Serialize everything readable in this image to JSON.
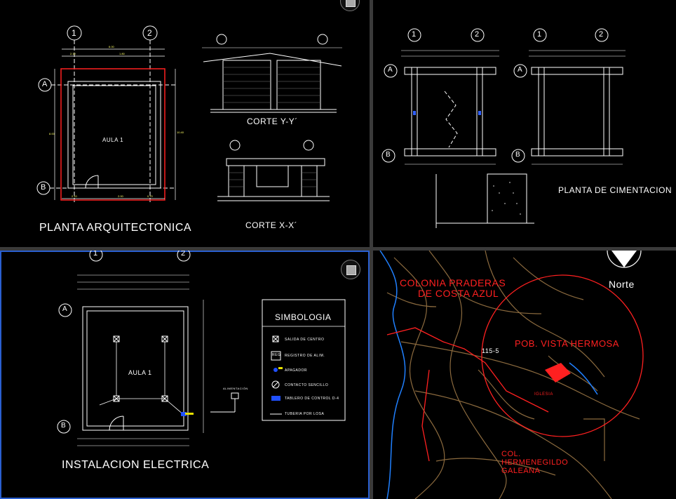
{
  "viewports": {
    "top_left": {
      "plan_title": "PLANTA ARQUITECTONICA",
      "room": "AULA 1",
      "section_yy": "CORTE Y-Y´",
      "section_xx": "CORTE X-X´",
      "axis_1": "1",
      "axis_2": "2",
      "axis_a": "A",
      "axis_b": "B"
    },
    "top_right": {
      "foundation_title": "PLANTA DE CIMENTACION",
      "axis_1": "1",
      "axis_2": "2",
      "axis_a": "A",
      "axis_b": "B"
    },
    "bottom_left": {
      "plan_title": "INSTALACION ELECTRICA",
      "room": "AULA 1",
      "legend_title": "SIMBOLOGIA",
      "legend_items": [
        "SALIDA DE CENTRO",
        "REGISTRO DE ALIM.",
        "APAGADOR",
        "CONTACTO SENCILLO",
        "TABLERO DE CONTROL D-4",
        "TUBERIA POR LOSA"
      ],
      "reg_label": "REG",
      "supply_label": "ALIMENTACIÓN",
      "axis_1": "1",
      "axis_2": "2",
      "axis_a": "A",
      "axis_b": "B"
    },
    "bottom_right": {
      "north_label": "Norte",
      "colonia": "COLONIA  PRADERAS",
      "colonia_2": "DE COSTA AZUL",
      "pob": "POB. VISTA HERMOSA",
      "col_herm": "COL.",
      "col_herm_2": "HERMENEGILDO",
      "col_herm_3": "GALEANA",
      "lot": "115-5",
      "iglesia": "IGLESIA"
    }
  },
  "colors": {
    "linework": "#ffffff",
    "red": "#ff2020",
    "yellow": "#e8e000",
    "cyan": "#00e0ff",
    "blue": "#2050ff",
    "map_brown": "#8b6a3e"
  }
}
